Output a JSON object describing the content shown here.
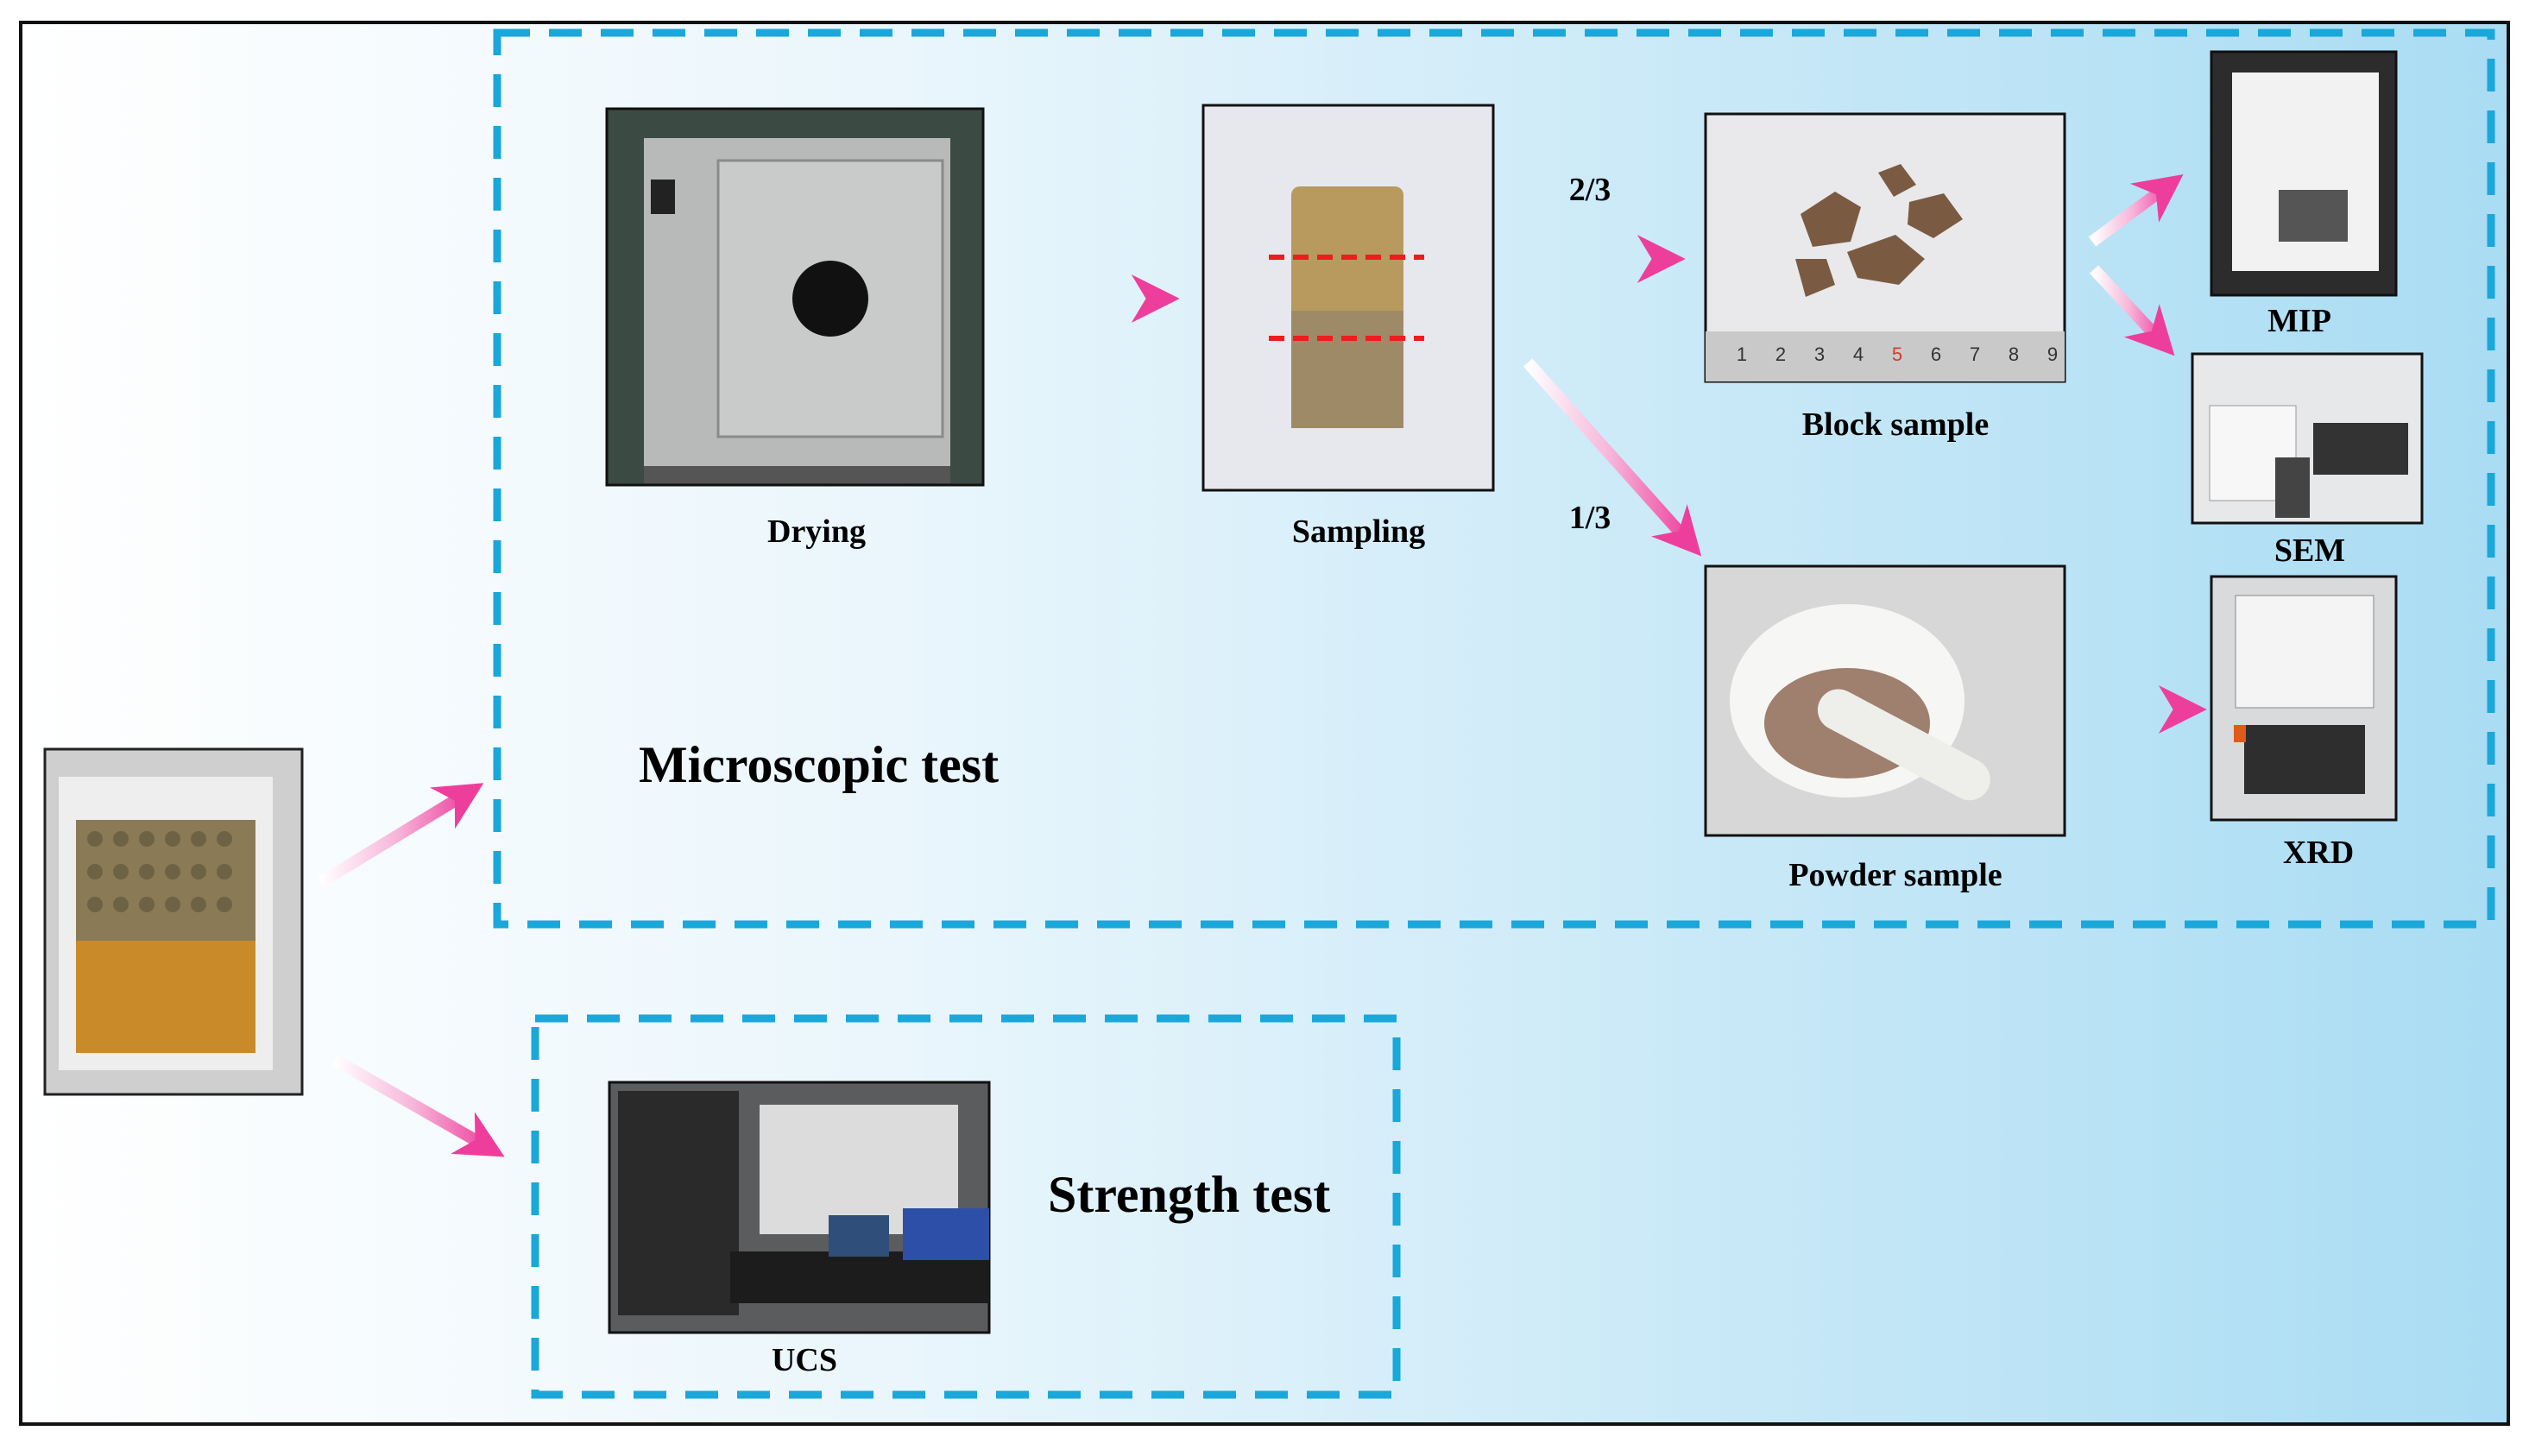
{
  "sections": {
    "microscopic": "Microscopic test",
    "strength": "Strength test"
  },
  "steps": {
    "drying": "Drying",
    "sampling": "Sampling",
    "block": "Block sample",
    "powder": "Powder sample",
    "mip": "MIP",
    "sem": "SEM",
    "xrd": "XRD",
    "ucs": "UCS"
  },
  "ratios": {
    "block": "2/3",
    "powder": "1/3"
  },
  "ruler_ticks": [
    "1",
    "2",
    "3",
    "4",
    "5",
    "6",
    "7",
    "8",
    "9"
  ],
  "colors": {
    "dash_border": "#1aa7d9",
    "arrow": "#ee3e9c",
    "cut_line": "#ee1c1c",
    "bg_light": "#ffffff",
    "bg_blue": "#aadcf2"
  },
  "icons": {
    "soak_tank": "tank-photo",
    "oven": "oven-photo",
    "cylinder": "cylinder-photo",
    "block_fragments": "fragments-photo",
    "mortar": "mortar-photo",
    "mip_machine": "mip-photo",
    "sem_lab": "sem-photo",
    "xrd_machine": "xrd-photo",
    "ucs_lab": "ucs-photo"
  }
}
